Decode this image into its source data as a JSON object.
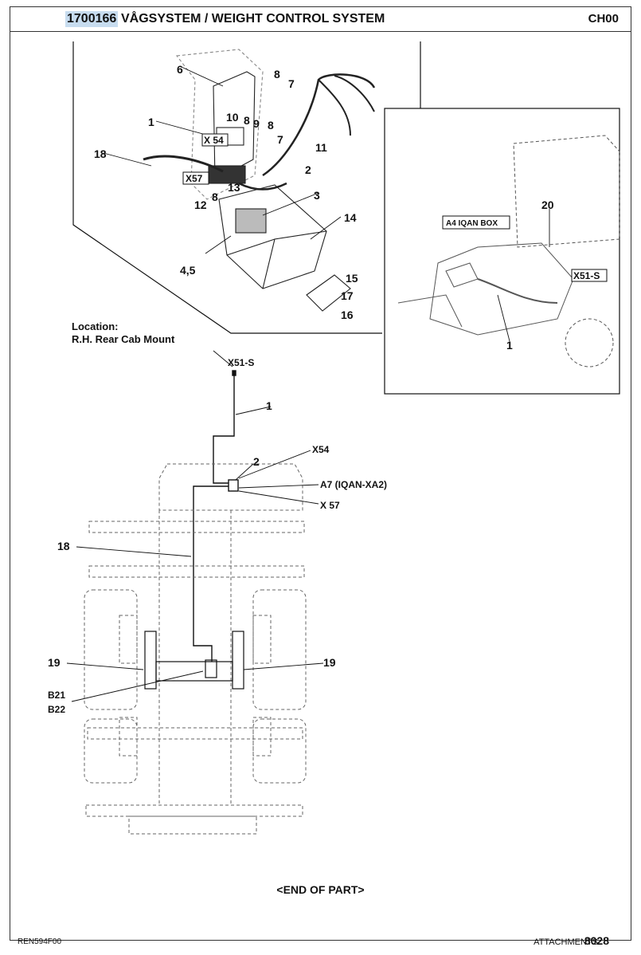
{
  "header": {
    "part_number": "1700166",
    "title": "VÅGSYSTEM / WEIGHT CONTROL SYSTEM",
    "section_code": "CH00"
  },
  "location": {
    "line1": "Location:",
    "line2": "R.H. Rear Cab Mount"
  },
  "callouts": {
    "n1": "1",
    "n2": "2",
    "n3": "3",
    "n45": "4,5",
    "n6": "6",
    "n7": "7",
    "n8": "8",
    "n9": "9",
    "n10": "10",
    "n11": "11",
    "n12": "12",
    "n13": "13",
    "n14": "14",
    "n15": "15",
    "n16": "16",
    "n17": "17",
    "n18": "18",
    "n19": "19",
    "n20": "20"
  },
  "connectors": {
    "x54": "X 54",
    "x57": "X57",
    "x51s": "X51-S",
    "a4": "A4 IQAN BOX",
    "x54_schem": "X54",
    "x57_schem": "X 57",
    "a7": "A7 (IQAN-XA2)",
    "b21": "B21",
    "b22": "B22"
  },
  "end_text": "<END OF PART>",
  "footer": {
    "code": "REN594F00",
    "section": "ATTACHMENTS",
    "page": "8028"
  }
}
